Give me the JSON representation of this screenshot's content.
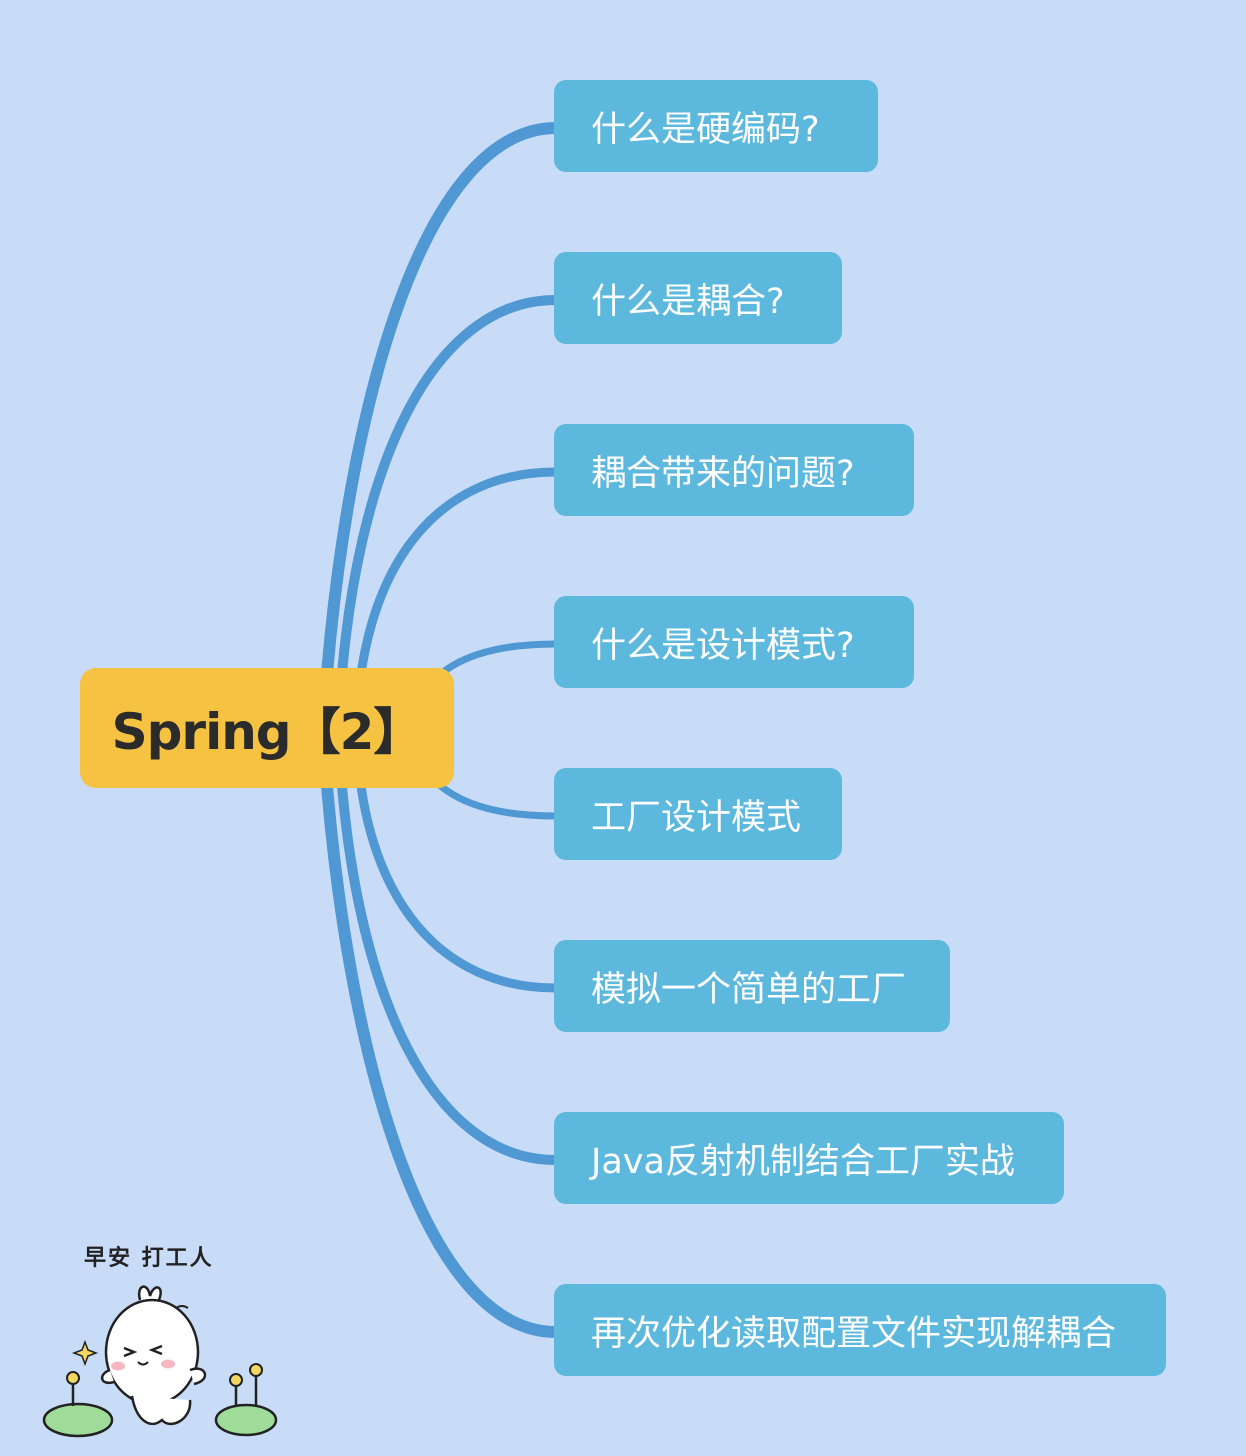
{
  "root": {
    "label": "Spring【2】"
  },
  "children": [
    {
      "label": "什么是硬编码?"
    },
    {
      "label": "什么是耦合?"
    },
    {
      "label": "耦合带来的问题?"
    },
    {
      "label": "什么是设计模式?"
    },
    {
      "label": "工厂设计模式"
    },
    {
      "label": "模拟一个简单的工厂"
    },
    {
      "label": "Java反射机制结合工厂实战"
    },
    {
      "label": "再次优化读取配置文件实现解耦合"
    }
  ],
  "sticker": {
    "caption": "早安 打工人"
  },
  "colors": {
    "background": "#c8dcf7",
    "root_fill": "#f5c242",
    "child_fill": "#5cb8dd",
    "connector": "#4f98d4"
  }
}
